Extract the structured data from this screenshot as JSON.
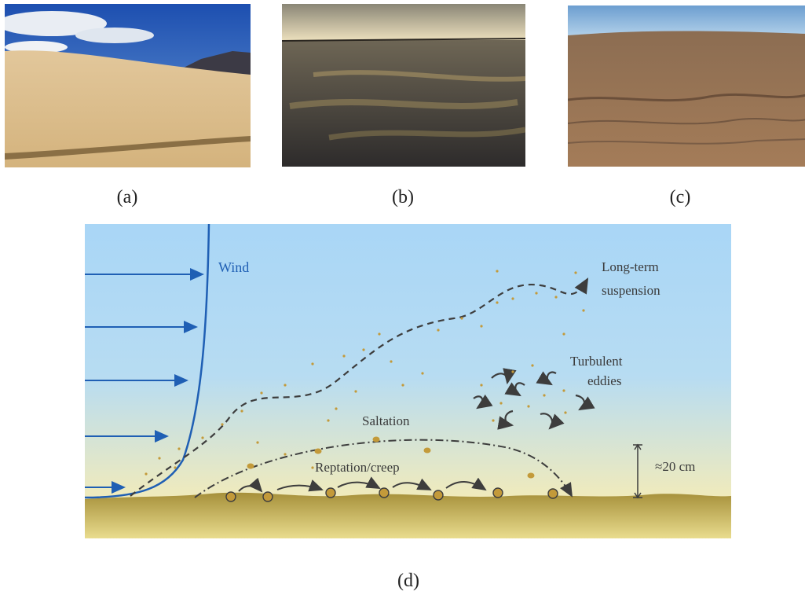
{
  "captions": {
    "a": "(a)",
    "b": "(b)",
    "c": "(c)",
    "d": "(d)"
  },
  "labels": {
    "wind": "Wind",
    "suspension_line1": "Long-term",
    "suspension_line2": "suspension",
    "eddies_line1": "Turbulent",
    "eddies_line2": "eddies",
    "saltation": "Saltation",
    "creep": "Reptation/creep",
    "height": "≈20 cm"
  },
  "colors": {
    "sky_top": "#a8d4f5",
    "sky_bottom": "#f1ecbd",
    "ground": "#b09a3f",
    "wind": "#1f5fb4",
    "grain": "#c39a3a",
    "path": "#3d3d3d"
  }
}
